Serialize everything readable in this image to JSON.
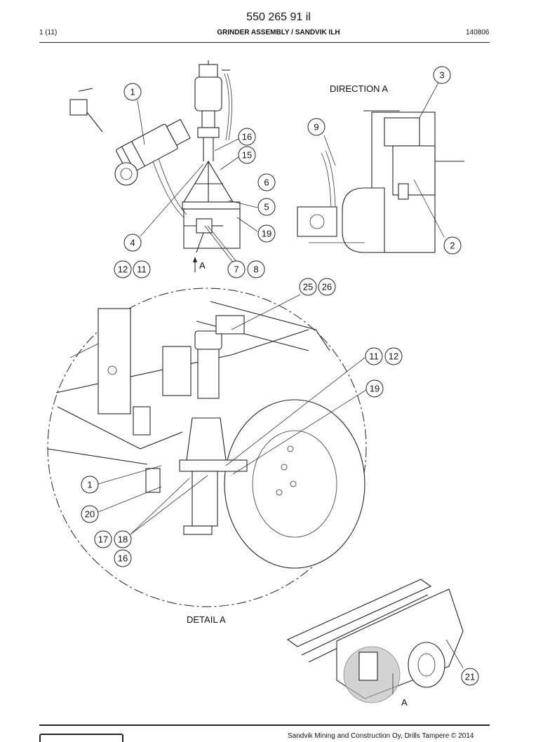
{
  "header": {
    "doc_number": "550 265 91 il",
    "page": "1 (11)",
    "title": "GRINDER ASSEMBLY / SANDVIK ILH",
    "date": "140806"
  },
  "labels": {
    "direction_a": "DIRECTION A",
    "detail_a": "DETAIL A",
    "view_arrow_a": "A",
    "machine_a": "A"
  },
  "callouts": {
    "top_left": [
      "1",
      "16",
      "15",
      "6",
      "5",
      "19",
      "4",
      "7",
      "8",
      "12",
      "11"
    ],
    "top_right": [
      "3",
      "9",
      "2"
    ],
    "detail": [
      "25",
      "26",
      "11",
      "12",
      "19",
      "1",
      "20",
      "17",
      "18",
      "16"
    ],
    "machine": [
      "21"
    ]
  },
  "footer": {
    "text": "Sandvik Mining and Construction Oy, Drills Tampere © 2014"
  }
}
